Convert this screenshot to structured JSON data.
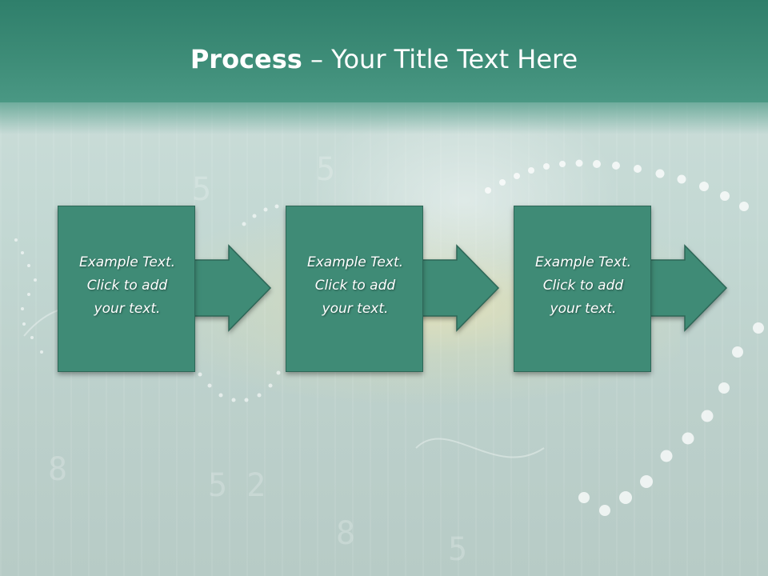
{
  "slide": {
    "title": {
      "bold": "Process",
      "rest": " – Your Title Text Here"
    },
    "steps": [
      {
        "lines": [
          "Example Text.",
          "Click  to add",
          "your text."
        ]
      },
      {
        "lines": [
          "Example Text.",
          "Click  to add",
          "your text."
        ]
      },
      {
        "lines": [
          "Example Text.",
          "Click  to add",
          "your text."
        ]
      }
    ]
  },
  "colors": {
    "header": "#3e8d78",
    "box_fill": "#3f8b76",
    "box_border": "#2d6757",
    "text": "#ffffff"
  }
}
